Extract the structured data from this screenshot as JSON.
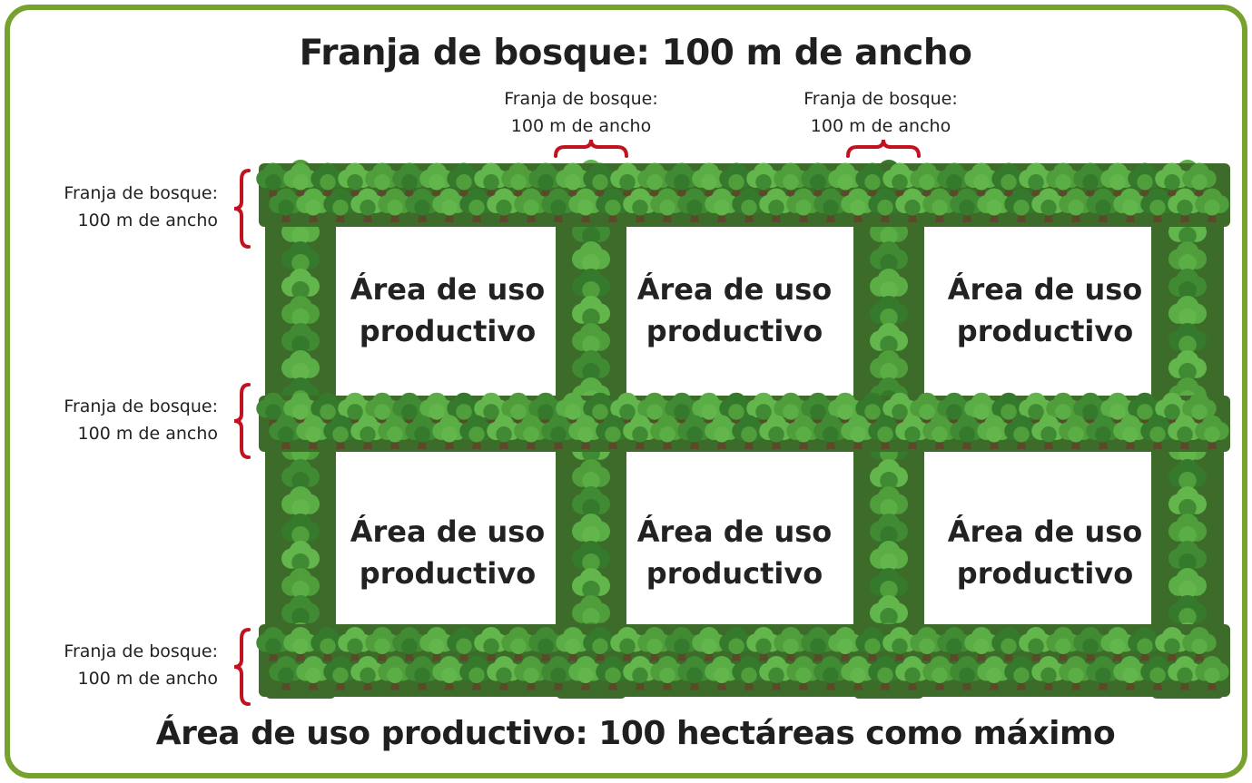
{
  "title": "Franja de bosque: 100 m de ancho",
  "strip_label_line1": "Franja de bosque:",
  "strip_label_line2": "100 m de ancho",
  "area_label_line1": "Área de uso",
  "area_label_line2": "productivo",
  "footer": "Área de uso productivo: 100 hectáreas como máximo",
  "colors": {
    "frame": "#77a22d",
    "bracket": "#c1121f",
    "tree_canopy": "#4e9a3a",
    "tree_trunk": "#5a4a2a"
  }
}
